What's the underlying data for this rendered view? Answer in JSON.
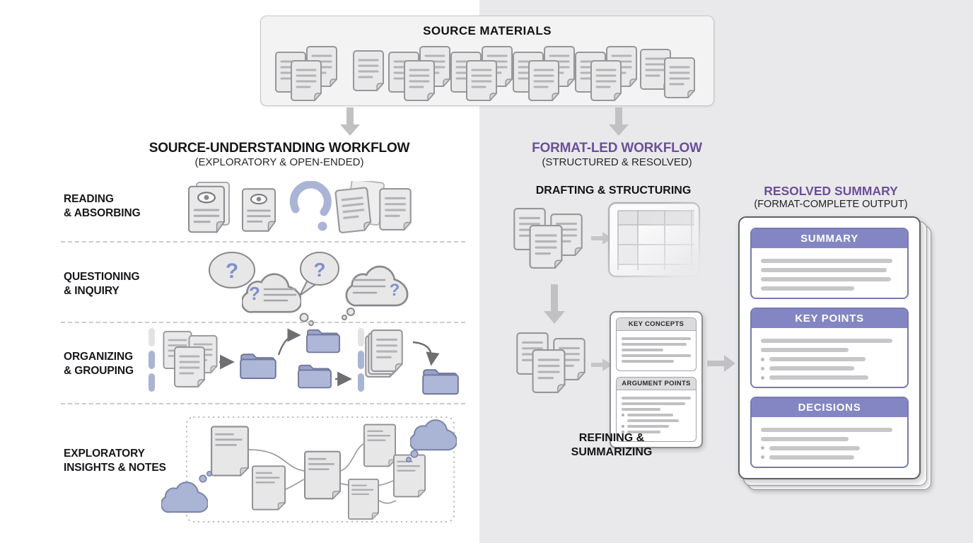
{
  "colors": {
    "background_left": "#ffffff",
    "background_right": "#e9e9eb",
    "purple_heading": "#6b4f99",
    "purple_section_bar": "#8486c4",
    "blue_accent": "#aab4d6",
    "arrow_gray": "#c1c1c3"
  },
  "source_materials": {
    "title": "SOURCE MATERIALS"
  },
  "left_workflow": {
    "title": "SOURCE-UNDERSTANDING WORKFLOW",
    "subtitle": "(EXPLORATORY & OPEN-ENDED)",
    "rows": [
      {
        "label": "READING\n& ABSORBING"
      },
      {
        "label": "QUESTIONING\n& INQUIRY"
      },
      {
        "label": "ORGANIZING\n& GROUPING"
      },
      {
        "label": "EXPLORATORY\nINSIGHTS & NOTES"
      }
    ]
  },
  "right_workflow": {
    "title": "FORMAT-LED WORKFLOW",
    "subtitle": "(STRUCTURED & RESOLVED)",
    "step1_label": "DRAFTING & STRUCTURING",
    "step2_label": "REFINING &\nSUMMARIZING",
    "refine_card": {
      "section1_title": "KEY CONCEPTS",
      "section2_title": "ARGUMENT POINTS"
    }
  },
  "output_panel": {
    "title": "RESOLVED SUMMARY",
    "subtitle": "(FORMAT-COMPLETE OUTPUT)",
    "sections": [
      {
        "title": "SUMMARY"
      },
      {
        "title": "KEY POINTS"
      },
      {
        "title": "DECISIONS"
      }
    ]
  }
}
